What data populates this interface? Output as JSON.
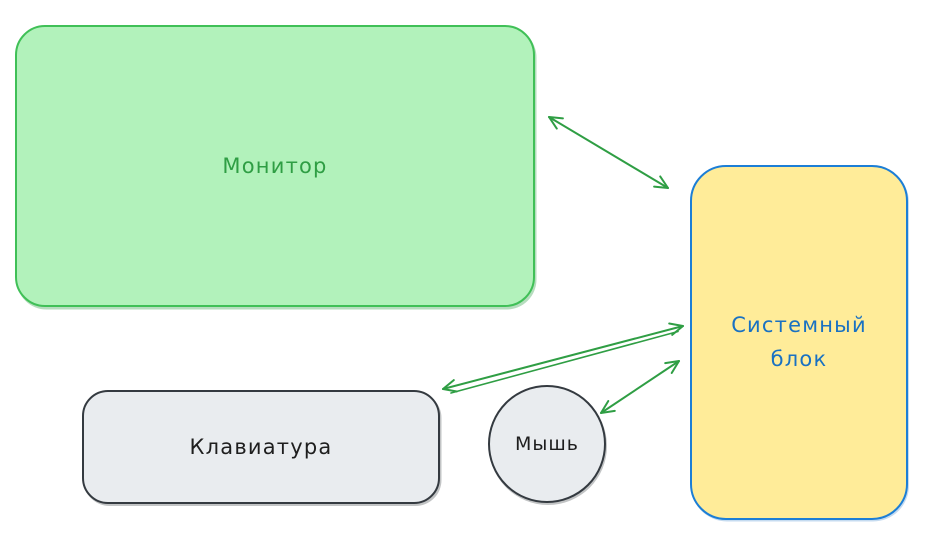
{
  "nodes": {
    "monitor": {
      "label": "Монитор",
      "fill": "#b2f2bb",
      "stroke": "#40c057",
      "text_color": "#2f9e44"
    },
    "system_unit": {
      "label": "Системный блок",
      "fill": "#ffec99",
      "stroke": "#1c7ed6",
      "text_color": "#1971c2"
    },
    "keyboard": {
      "label": "Клавиатура",
      "fill": "#e9ecef",
      "stroke": "#343a40",
      "text_color": "#1e1e1e"
    },
    "mouse": {
      "label": "Мышь",
      "fill": "#e9ecef",
      "stroke": "#343a40",
      "text_color": "#1e1e1e"
    }
  },
  "arrows": {
    "color": "#2f9e44",
    "connections": [
      {
        "id": "monitor-system",
        "from": "Монитор",
        "to": "Системный блок",
        "bidirectional": true
      },
      {
        "id": "keyboard-system",
        "from": "Клавиатура",
        "to": "Системный блок",
        "bidirectional": true
      },
      {
        "id": "mouse-system",
        "from": "Мышь",
        "to": "Системный блок",
        "bidirectional": true
      }
    ]
  },
  "canvas": {
    "background": "#ffffff"
  }
}
